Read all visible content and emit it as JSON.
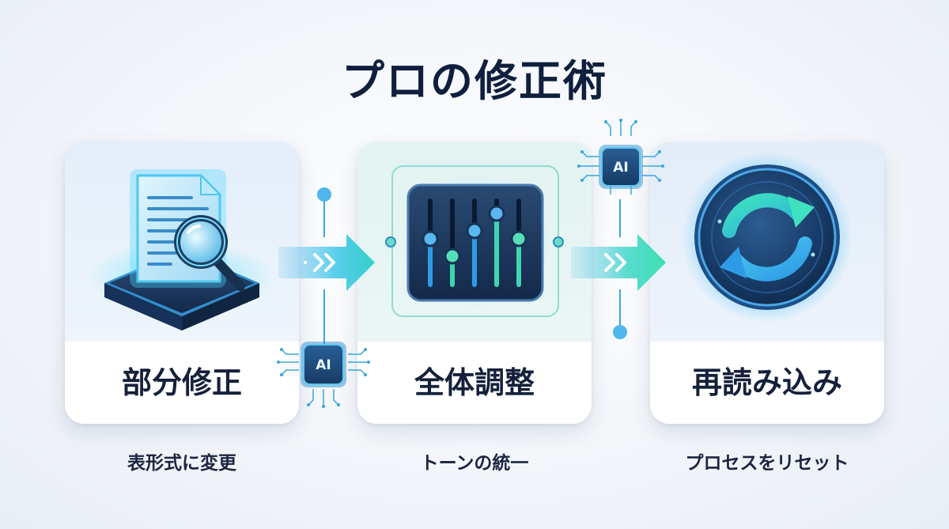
{
  "title": "プロの修正術",
  "steps": [
    {
      "label": "部分修正",
      "caption": "表形式に変更",
      "icon": "document-magnifier-icon"
    },
    {
      "label": "全体調整",
      "caption": "トーンの統一",
      "icon": "equalizer-sliders-icon"
    },
    {
      "label": "再読み込み",
      "caption": "プロセスをリセット",
      "icon": "refresh-cycle-icon"
    }
  ],
  "chips": [
    {
      "text": "AI"
    },
    {
      "text": "AI"
    }
  ],
  "colors": {
    "title": "#0f1f3d",
    "accent_blue": "#2a8fe0",
    "accent_teal": "#3ee0b0",
    "dark_navy": "#1a3356"
  }
}
